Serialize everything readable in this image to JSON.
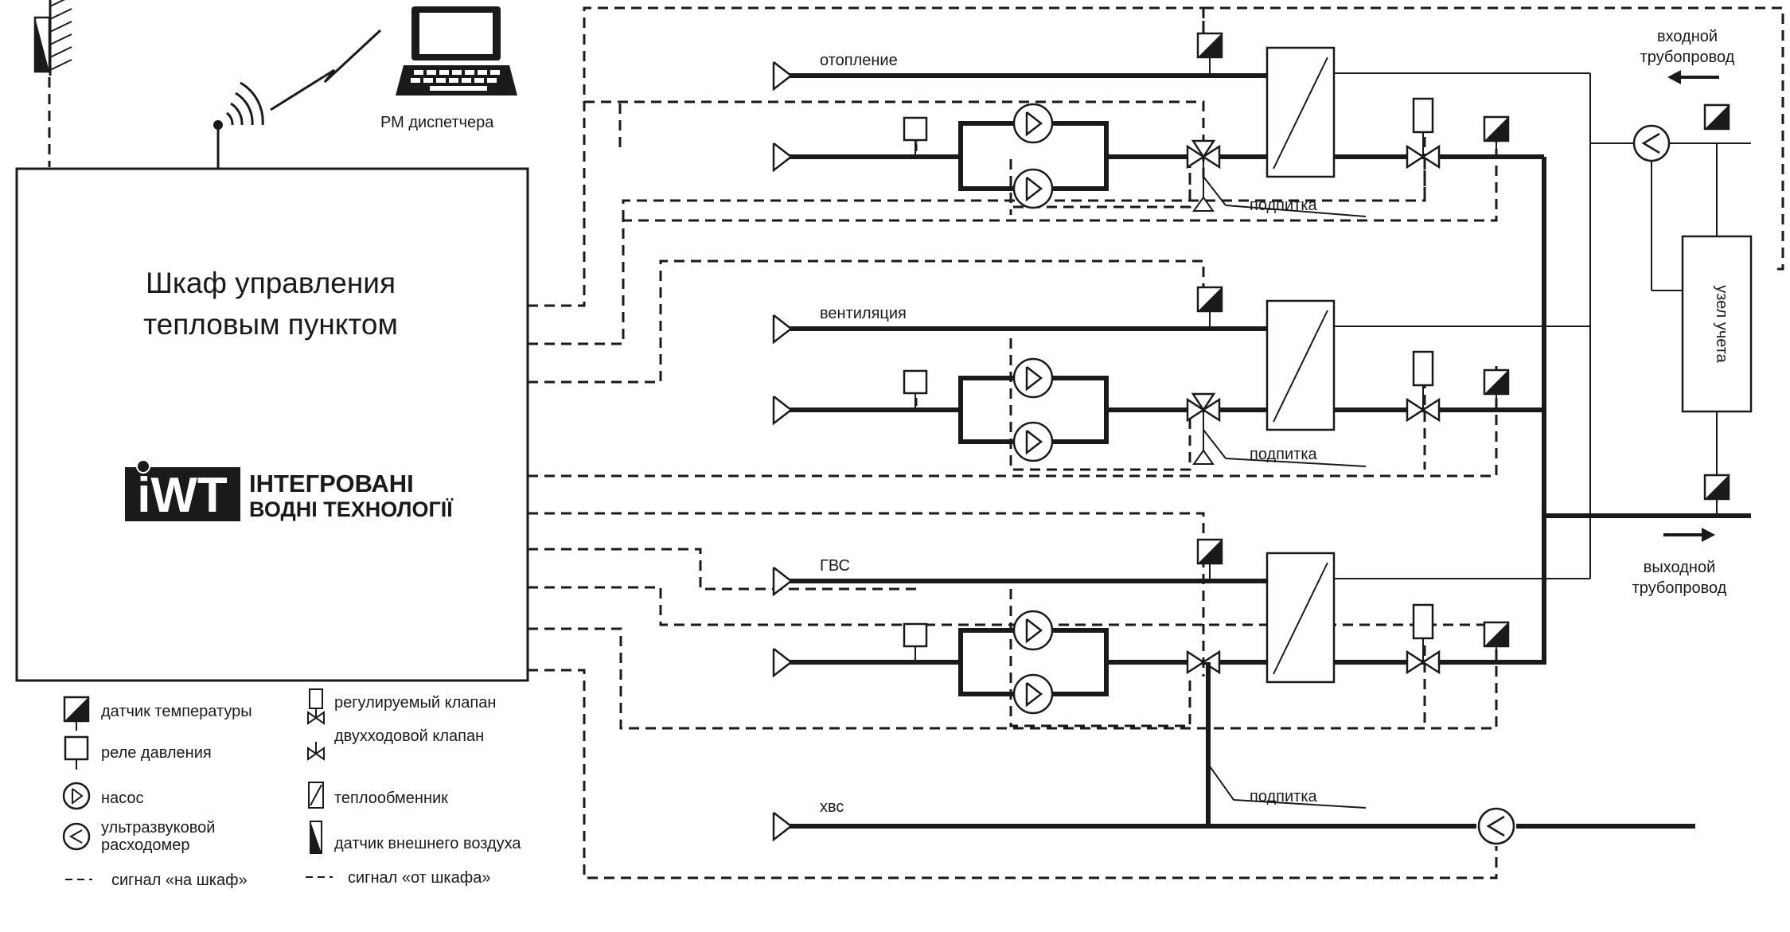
{
  "cabinet": {
    "title_line1": "Шкаф управления",
    "title_line2": "тепловым  пунктом",
    "logo_mark": "iWT",
    "logo_line1": "ІНТЕГРОВАНІ",
    "logo_line2": "ВОДНІ ТЕХНОЛОГІЇ"
  },
  "operator": {
    "label": "РМ  диспетчера",
    "icon": "laptop-icon"
  },
  "circuits": [
    {
      "label": "отопление",
      "makeup": "подпитка"
    },
    {
      "label": "вентиляция",
      "makeup": "подпитка"
    },
    {
      "label": "ГВС"
    }
  ],
  "cold_water": {
    "label": "хвс",
    "makeup": "подпитка"
  },
  "inlet": {
    "line1": "входной",
    "line2": "трубопровод"
  },
  "outlet": {
    "line1": "выходной",
    "line2": "трубопровод"
  },
  "meter": {
    "label": "узел учета"
  },
  "legend": [
    {
      "icon": "temperature-sensor-icon",
      "label": "датчик  температуры"
    },
    {
      "icon": "pressure-relay-icon",
      "label": "реле  давления"
    },
    {
      "icon": "pump-icon",
      "label": "насос"
    },
    {
      "icon": "ultrasonic-flowmeter-icon",
      "label_line1": "ультразвуковой",
      "label_line2": "расходомер"
    },
    {
      "icon": "signal-to-cabinet-icon",
      "label": "сигнал  «на  шкаф»"
    },
    {
      "icon": "control-valve-icon",
      "label": "регулируемый клапан"
    },
    {
      "icon": "two-way-valve-icon",
      "label": "двухходовой клапан"
    },
    {
      "icon": "heat-exchanger-icon",
      "label": "теплообменник"
    },
    {
      "icon": "outdoor-air-sensor-icon",
      "label": "датчик  внешнего воздуха"
    },
    {
      "icon": "signal-from-cabinet-icon",
      "label": "сигнал  «от шкафа»"
    }
  ]
}
